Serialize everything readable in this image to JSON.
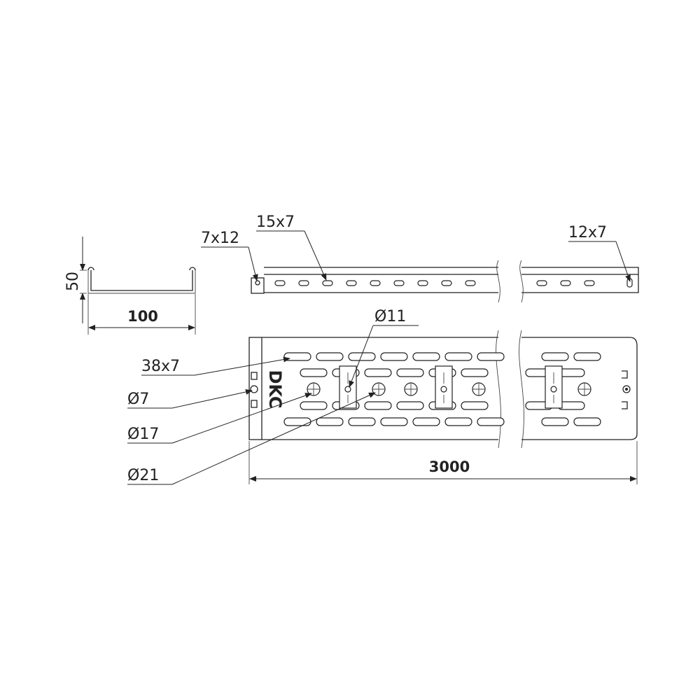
{
  "brand": "DKC",
  "dimensions": {
    "height": "50",
    "width": "100",
    "length": "3000"
  },
  "callouts": {
    "side_hole": "7x12",
    "side_slot": "15x7",
    "side_end_slot": "12x7",
    "bottom_slot": "38x7",
    "hole_small": "Ø7",
    "hole_medium": "Ø17",
    "hole_large": "Ø21",
    "hole_center": "Ø11"
  },
  "colors": {
    "line": "#222222",
    "background": "#ffffff"
  }
}
